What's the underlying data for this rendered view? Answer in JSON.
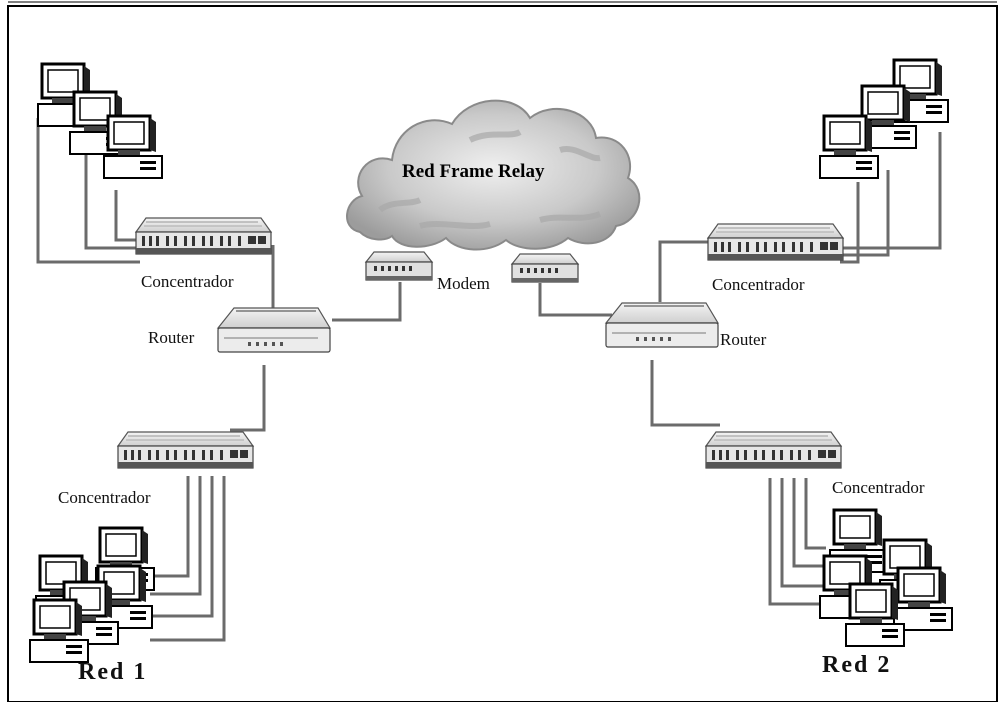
{
  "diagram": {
    "cloud_label": "Red Frame Relay",
    "modem_label": "Modem",
    "network1": {
      "name": "Red 1",
      "top_hub_label": "Concentrador",
      "router_label": "Router",
      "bottom_hub_label": "Concentrador"
    },
    "network2": {
      "name": "Red 2",
      "top_hub_label": "Concentrador",
      "router_label": "Router",
      "bottom_hub_label": "Concentrador"
    }
  },
  "colors": {
    "line": "#6b6b6b",
    "device_light": "#e4e4e4",
    "device_dark": "#4a4a4a",
    "cloud_dark": "#9a9a9a",
    "cloud_light": "#dcdcdc"
  }
}
